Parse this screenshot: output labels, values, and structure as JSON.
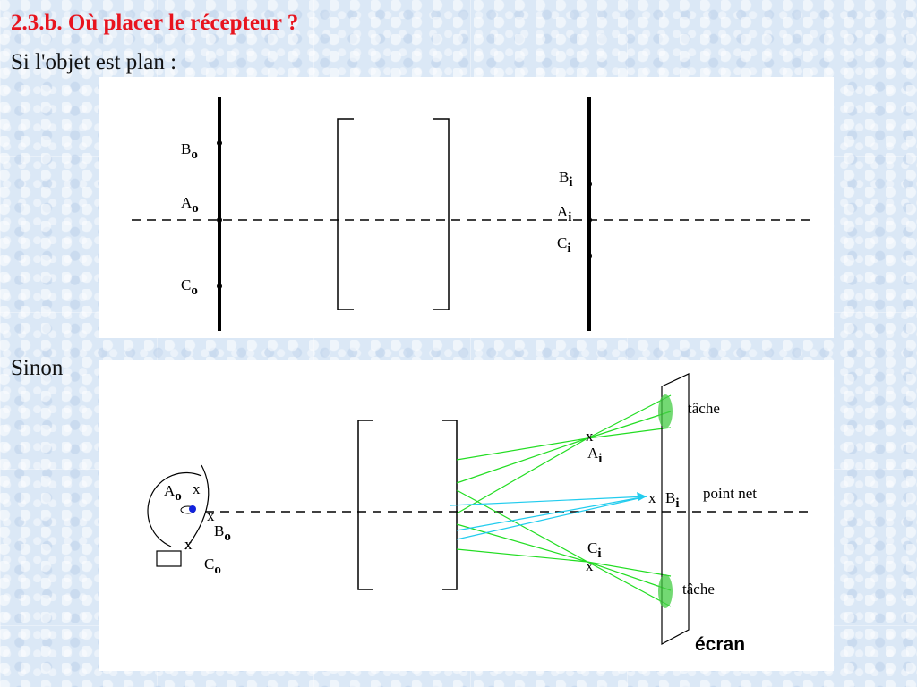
{
  "slide": {
    "title": "2.3.b. Où placer le récepteur ?",
    "subtitle": "Si l'objet est plan :",
    "sinon": "Sinon"
  },
  "diagram1": {
    "object_labels": {
      "b_main": "B",
      "b_sub": "o",
      "a_main": "A",
      "a_sub": "o",
      "c_main": "C",
      "c_sub": "o"
    },
    "image_labels": {
      "b_main": "B",
      "b_sub": "i",
      "a_main": "A",
      "a_sub": "i",
      "c_main": "C",
      "c_sub": "i"
    }
  },
  "diagram2": {
    "eye_labels": {
      "a_main": "A",
      "a_sub": "o",
      "b_main": "B",
      "b_sub": "o",
      "c_main": "C",
      "c_sub": "o"
    },
    "image_labels": {
      "a_main": "A",
      "a_sub": "i",
      "b_main": "B",
      "b_sub": "i",
      "c_main": "C",
      "c_sub": "i"
    },
    "cross": "x",
    "tache_top": "tâche",
    "point_net": "point net",
    "tache_bottom": "tâche",
    "ecran": "écran",
    "colors": {
      "ray_green": "#22dd22",
      "ray_cyan": "#22ccee",
      "spot_green": "#44cc44",
      "eye_dot": "#1122dd"
    }
  }
}
